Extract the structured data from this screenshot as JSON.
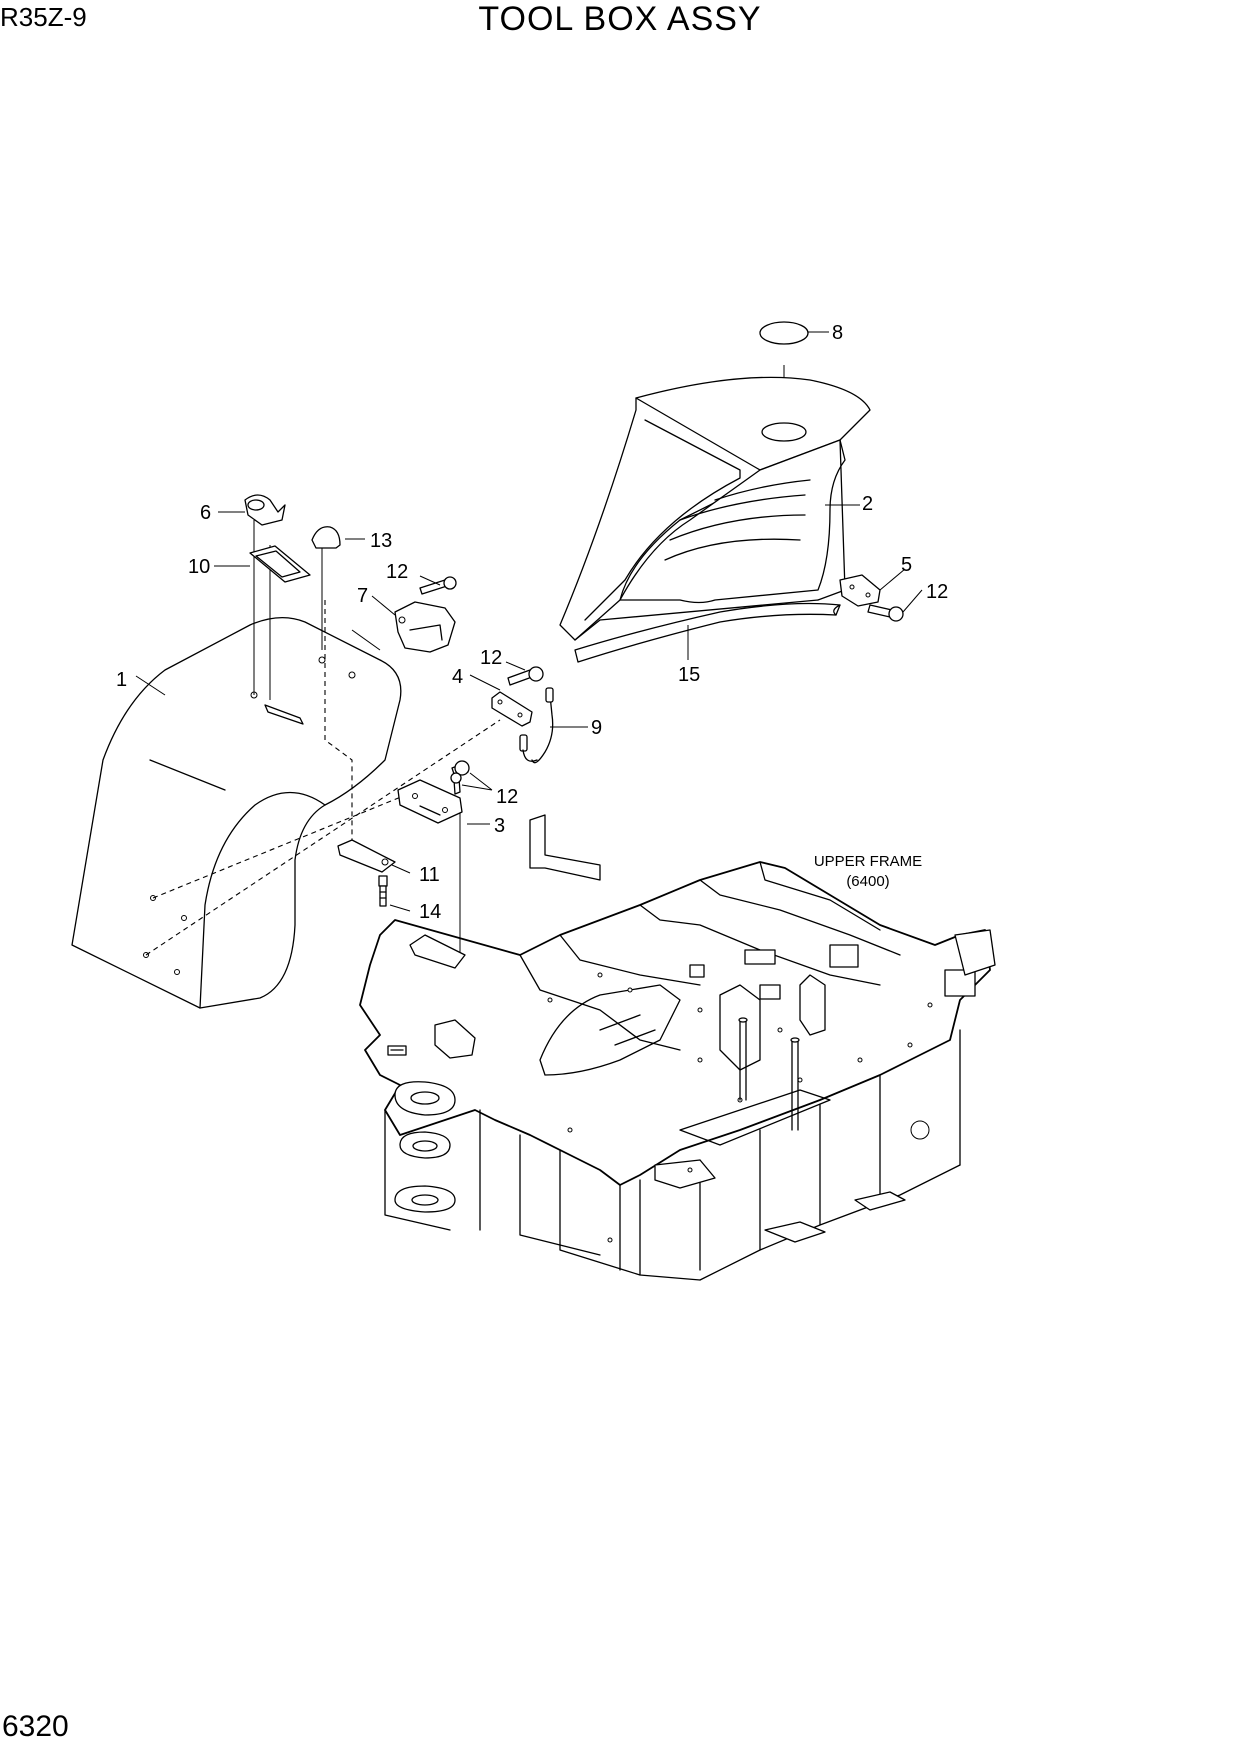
{
  "header": {
    "model": "R35Z-9",
    "title": "TOOL BOX ASSY"
  },
  "footer": {
    "page_number": "6320"
  },
  "callouts": {
    "c1": "1",
    "c2": "2",
    "c3": "3",
    "c4": "4",
    "c5": "5",
    "c6": "6",
    "c7": "7",
    "c8": "8",
    "c9": "9",
    "c10": "10",
    "c11": "11",
    "c12a": "12",
    "c12b": "12",
    "c12c": "12",
    "c12d": "12",
    "c13": "13",
    "c14": "14",
    "c15": "15"
  },
  "notes": {
    "upper_frame_line1": "UPPER FRAME",
    "upper_frame_line2": "(6400)"
  }
}
